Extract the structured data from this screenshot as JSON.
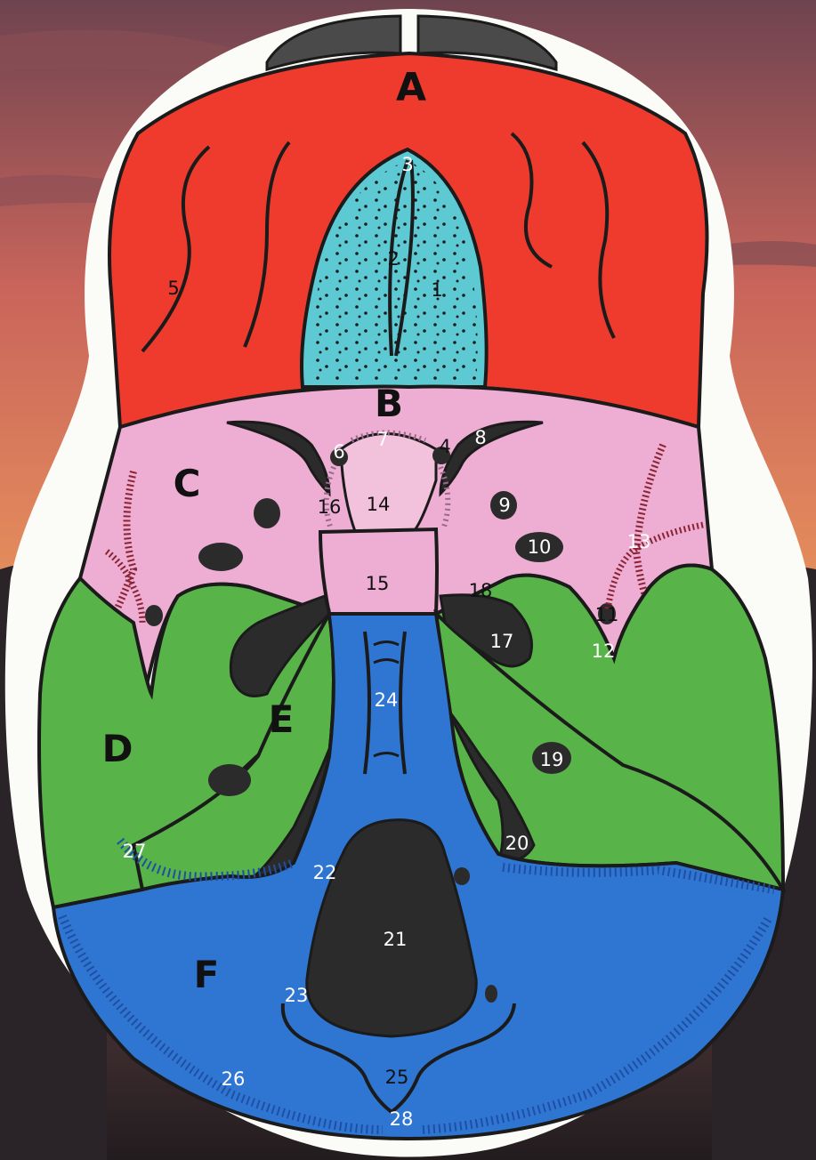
{
  "colors": {
    "sky_top": "#7a4a52",
    "sky_mid": "#d0705a",
    "sky_low": "#e89a62",
    "ground": "#2a2428",
    "outline": "#1b1b1b",
    "paper": "#fbfbf8",
    "fossa_A": "#ef3b2e",
    "cribriform": "#5cc9d3",
    "fossa_B_C": "#eeadd3",
    "fossa_D_E": "#58b348",
    "fossa_F": "#2f76d3",
    "foramen": "#2b2b2b",
    "groove": "#8b2432"
  },
  "regions": {
    "A": "A",
    "B": "B",
    "C": "C",
    "D": "D",
    "E": "E",
    "F": "F"
  },
  "numbers": {
    "n1": "1",
    "n2": "2",
    "n3": "3",
    "n4": "4",
    "n5": "5",
    "n6": "6",
    "n7": "7",
    "n8": "8",
    "n9": "9",
    "n10": "10",
    "n11": "11",
    "n12": "12",
    "n13": "13",
    "n14": "14",
    "n15": "15",
    "n16": "16",
    "n17": "17",
    "n18": "18",
    "n19": "19",
    "n20": "20",
    "n21": "21",
    "n22": "22",
    "n23": "23",
    "n24": "24",
    "n25": "25",
    "n26": "26",
    "n27": "27",
    "n28": "28"
  }
}
